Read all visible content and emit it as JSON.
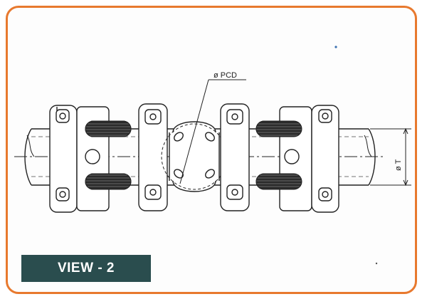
{
  "diagram": {
    "pcd_label": "ø PCD",
    "t_label": "ø T",
    "view_label": "VIEW - 2"
  },
  "colors": {
    "border": "#e8792e",
    "label_bg": "#2a4d4e",
    "line": "#222222"
  }
}
